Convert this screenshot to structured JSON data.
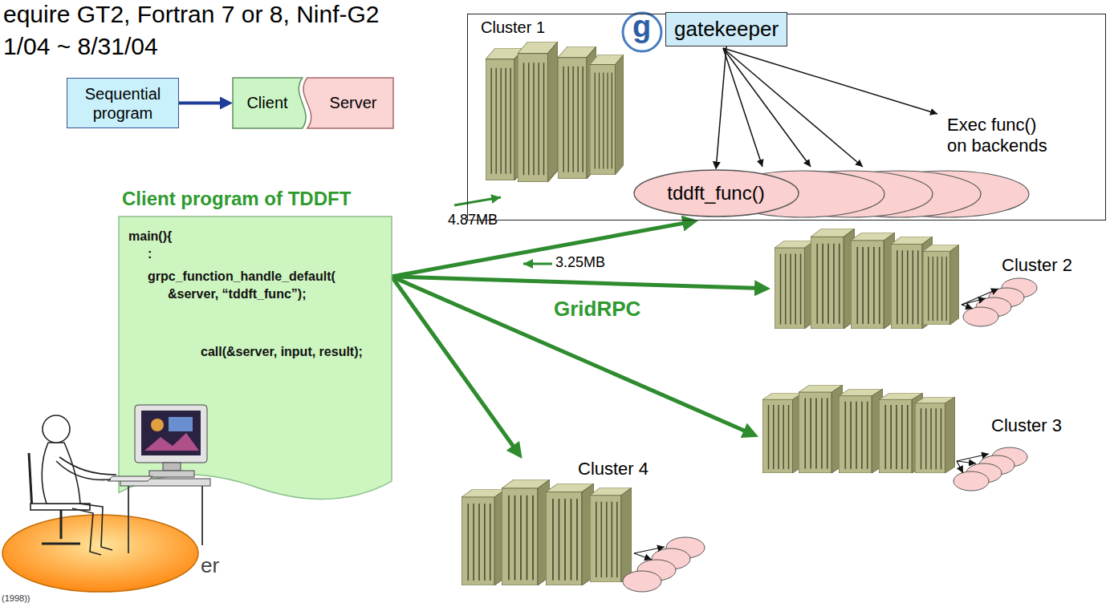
{
  "diagram": {
    "nodes": [
      {
        "text": [
          "Sequential program"
        ]
      },
      {
        "text": [
          "Client"
        ]
      },
      {
        "text": [
          "Server"
        ]
      },
      {
        "text": [
          "Cluster 1"
        ]
      },
      {
        "text": [
          "gatekeeper"
        ],
        "in": 3
      },
      {
        "text": [
          "tddft_func()"
        ],
        "in": 3
      },
      {
        "text": [
          "Client program of TDDFT",
          "main(){",
          ":",
          "grpc_function_handle_default( &server, “tddft_func”);",
          "call(&server, input, result);"
        ]
      },
      {
        "text": [
          "Cluster 2"
        ]
      },
      {
        "text": [
          "Cluster 3"
        ]
      },
      {
        "text": [
          "Cluster 4"
        ]
      }
    ],
    "edges": [
      {
        "from": 0,
        "to": 1,
        "arrow": "to"
      },
      {
        "from": 4,
        "to": 5,
        "arrow": "to"
      },
      {
        "from": 6,
        "to": 3,
        "arrow": "to"
      },
      {
        "from": 6,
        "to": 7,
        "arrow": "to"
      },
      {
        "from": 6,
        "to": 8,
        "arrow": "to"
      },
      {
        "from": 6,
        "to": 9,
        "arrow": "to"
      }
    ],
    "labels": [
      "equire GT2, Fortran 7 or 8, Ninf-G2",
      "1/04 ~ 8/31/04",
      "g",
      "Exec func() on backends",
      "4.87MB",
      "3.25MB",
      "GridRPC",
      "(1998))",
      "er"
    ]
  }
}
